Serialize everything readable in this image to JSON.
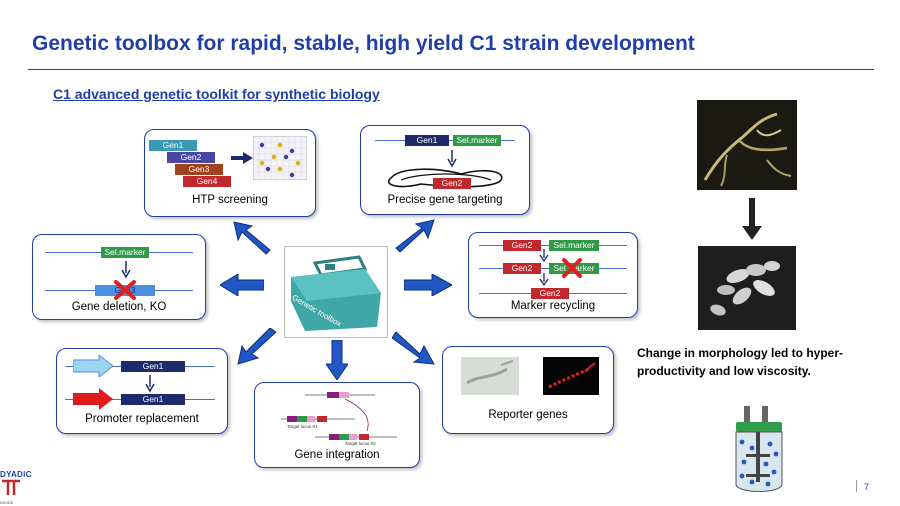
{
  "header": {
    "title": "Genetic toolbox for rapid, stable, high yield C1 strain development",
    "subtitle": "C1 advanced genetic toolkit for synthetic biology"
  },
  "center": {
    "toolbox_label": "Genetic toolbox",
    "toolbox_color": "#3fa7a8"
  },
  "panels": {
    "htp": {
      "caption": "HTP screening",
      "genes": [
        "Gen1",
        "Gen2",
        "Gen3",
        "Gen4"
      ]
    },
    "precise": {
      "caption": "Precise gene targeting",
      "gene": "Gen1",
      "marker": "Sel.marker",
      "target": "Gen2"
    },
    "deletion": {
      "caption": "Gene deletion, KO",
      "marker": "Sel.marker",
      "gene": "Gen3"
    },
    "recycling": {
      "caption": "Marker recycling",
      "gene": "Gen2",
      "marker": "Sel.marker"
    },
    "promoter": {
      "caption": "Promoter replacement",
      "gene": "Gen1"
    },
    "integration": {
      "caption": "Gene integration",
      "locus1": "Target locus #1",
      "locus2": "Target locus #2"
    },
    "reporter": {
      "caption": "Reporter genes"
    }
  },
  "side": {
    "morphology_text": "Change in morphology led to hyper-productivity and low viscosity."
  },
  "footer": {
    "page_number": "7",
    "logo_text": "DYADIC",
    "logo_sub": "INSIDE"
  },
  "colors": {
    "brand_blue": "#1f3ea8",
    "arrow_blue": "#2157c4",
    "gene_red": "#c0282d",
    "gene_green": "#2e9a47",
    "gene_navy": "#1d2a6b"
  }
}
